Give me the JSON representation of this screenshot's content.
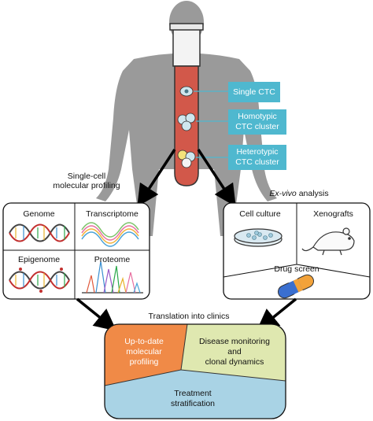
{
  "ctc": {
    "single": "Single CTC",
    "homotypic_1": "Homotypic",
    "homotypic_2": "CTC cluster",
    "heterotypic_1": "Heterotypic",
    "heterotypic_2": "CTC cluster"
  },
  "profiling": {
    "heading_1": "Single-cell",
    "heading_2": "molecular profiling",
    "genome": "Genome",
    "transcriptome": "Transcriptome",
    "epigenome": "Epigenome",
    "proteome": "Proteome"
  },
  "exvivo": {
    "heading_italic": "Ex-vivo",
    "heading_rest": " analysis",
    "cell_culture": "Cell culture",
    "xenografts": "Xenografts",
    "drug_screen": "Drug screen"
  },
  "clinic": {
    "heading": "Translation into clinics",
    "molecular_1": "Up-to-date",
    "molecular_2": "molecular",
    "molecular_3": "profiling",
    "disease_1": "Disease monitoring",
    "disease_2": "and",
    "disease_3": "clonal dynamics",
    "treatment_1": "Treatment",
    "treatment_2": "stratification"
  },
  "colors": {
    "silhouette": "#9a9a9a",
    "blood": "#d2584a",
    "ctc_box": "#4fb8cf",
    "molecular": "#f08a47",
    "disease": "#dfe8b0",
    "treatment": "#a9d3e5"
  },
  "icons": [
    "human-silhouette-icon",
    "test-tube-icon",
    "dna-helix-icon",
    "petri-dish-icon",
    "mouse-icon",
    "capsule-icon",
    "mass-spectrum-icon"
  ]
}
